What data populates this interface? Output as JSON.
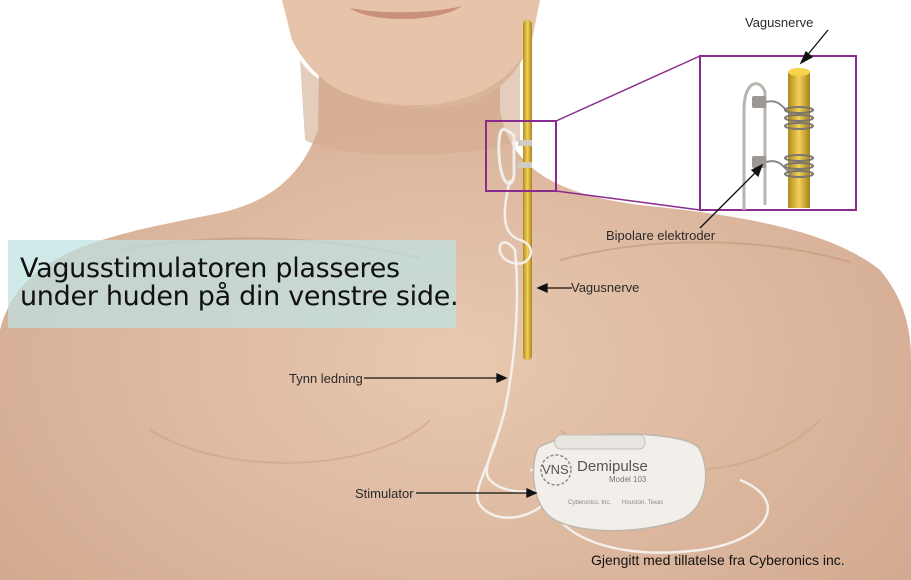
{
  "callout": {
    "line1": "Vagusstimulatoren plasseres",
    "line2": "under huden på din venstre side."
  },
  "labels": {
    "vagusnerve_top": "Vagusnerve",
    "bipolar": "Bipolare elektroder",
    "vagusnerve_mid": "Vagusnerve",
    "lead": "Tynn ledning",
    "stimulator": "Stimulator"
  },
  "device": {
    "brand": "VNS",
    "name": "Demipulse",
    "model": "Model 103",
    "maker": "Cyberonics, Inc.",
    "city": "Houston, Texas"
  },
  "credit": "Gjengitt med tillatelse fra Cyberonics inc.",
  "colors": {
    "skin": "#e8c7ad",
    "nerve": "#d8b23a",
    "frame": "#8a2b8e",
    "callout_bg": "#bee2e2"
  }
}
